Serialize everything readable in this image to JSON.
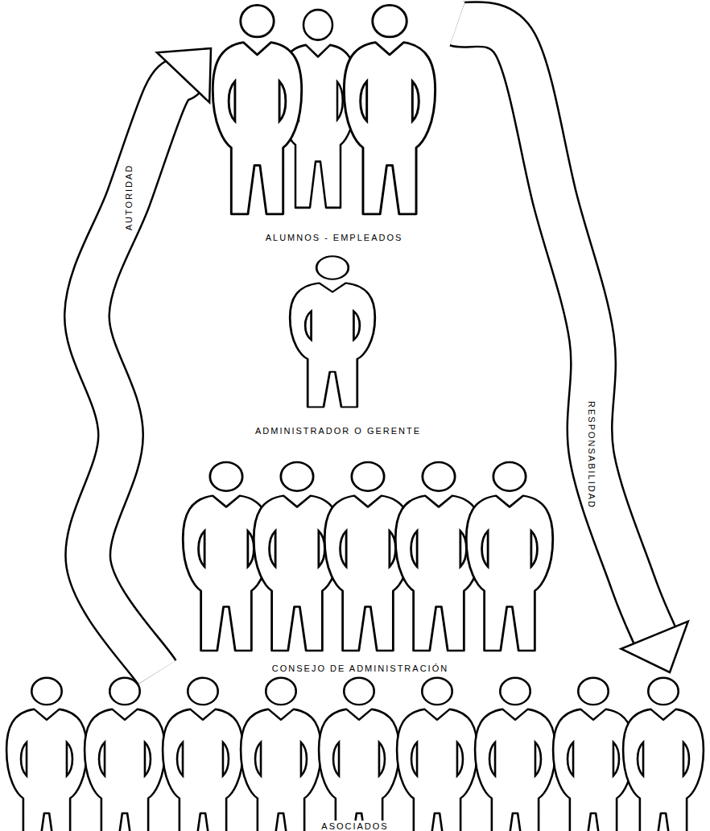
{
  "diagram": {
    "nodes": [
      {
        "text": [
          "ALUMNOS - EMPLEADOS"
        ]
      },
      {
        "text": [
          "ADMINISTRADOR O GERENTE"
        ]
      },
      {
        "text": [
          "CONSEJO DE ADMINISTRACIÓN"
        ]
      },
      {
        "text": [
          "ASOCIADOS"
        ]
      }
    ],
    "edges": [
      {
        "from": 3,
        "to": 0,
        "label": "AUTORIDAD",
        "arrow": "to"
      },
      {
        "from": 0,
        "to": 3,
        "label": "RESPONSABILIDAD",
        "arrow": "to"
      }
    ]
  }
}
